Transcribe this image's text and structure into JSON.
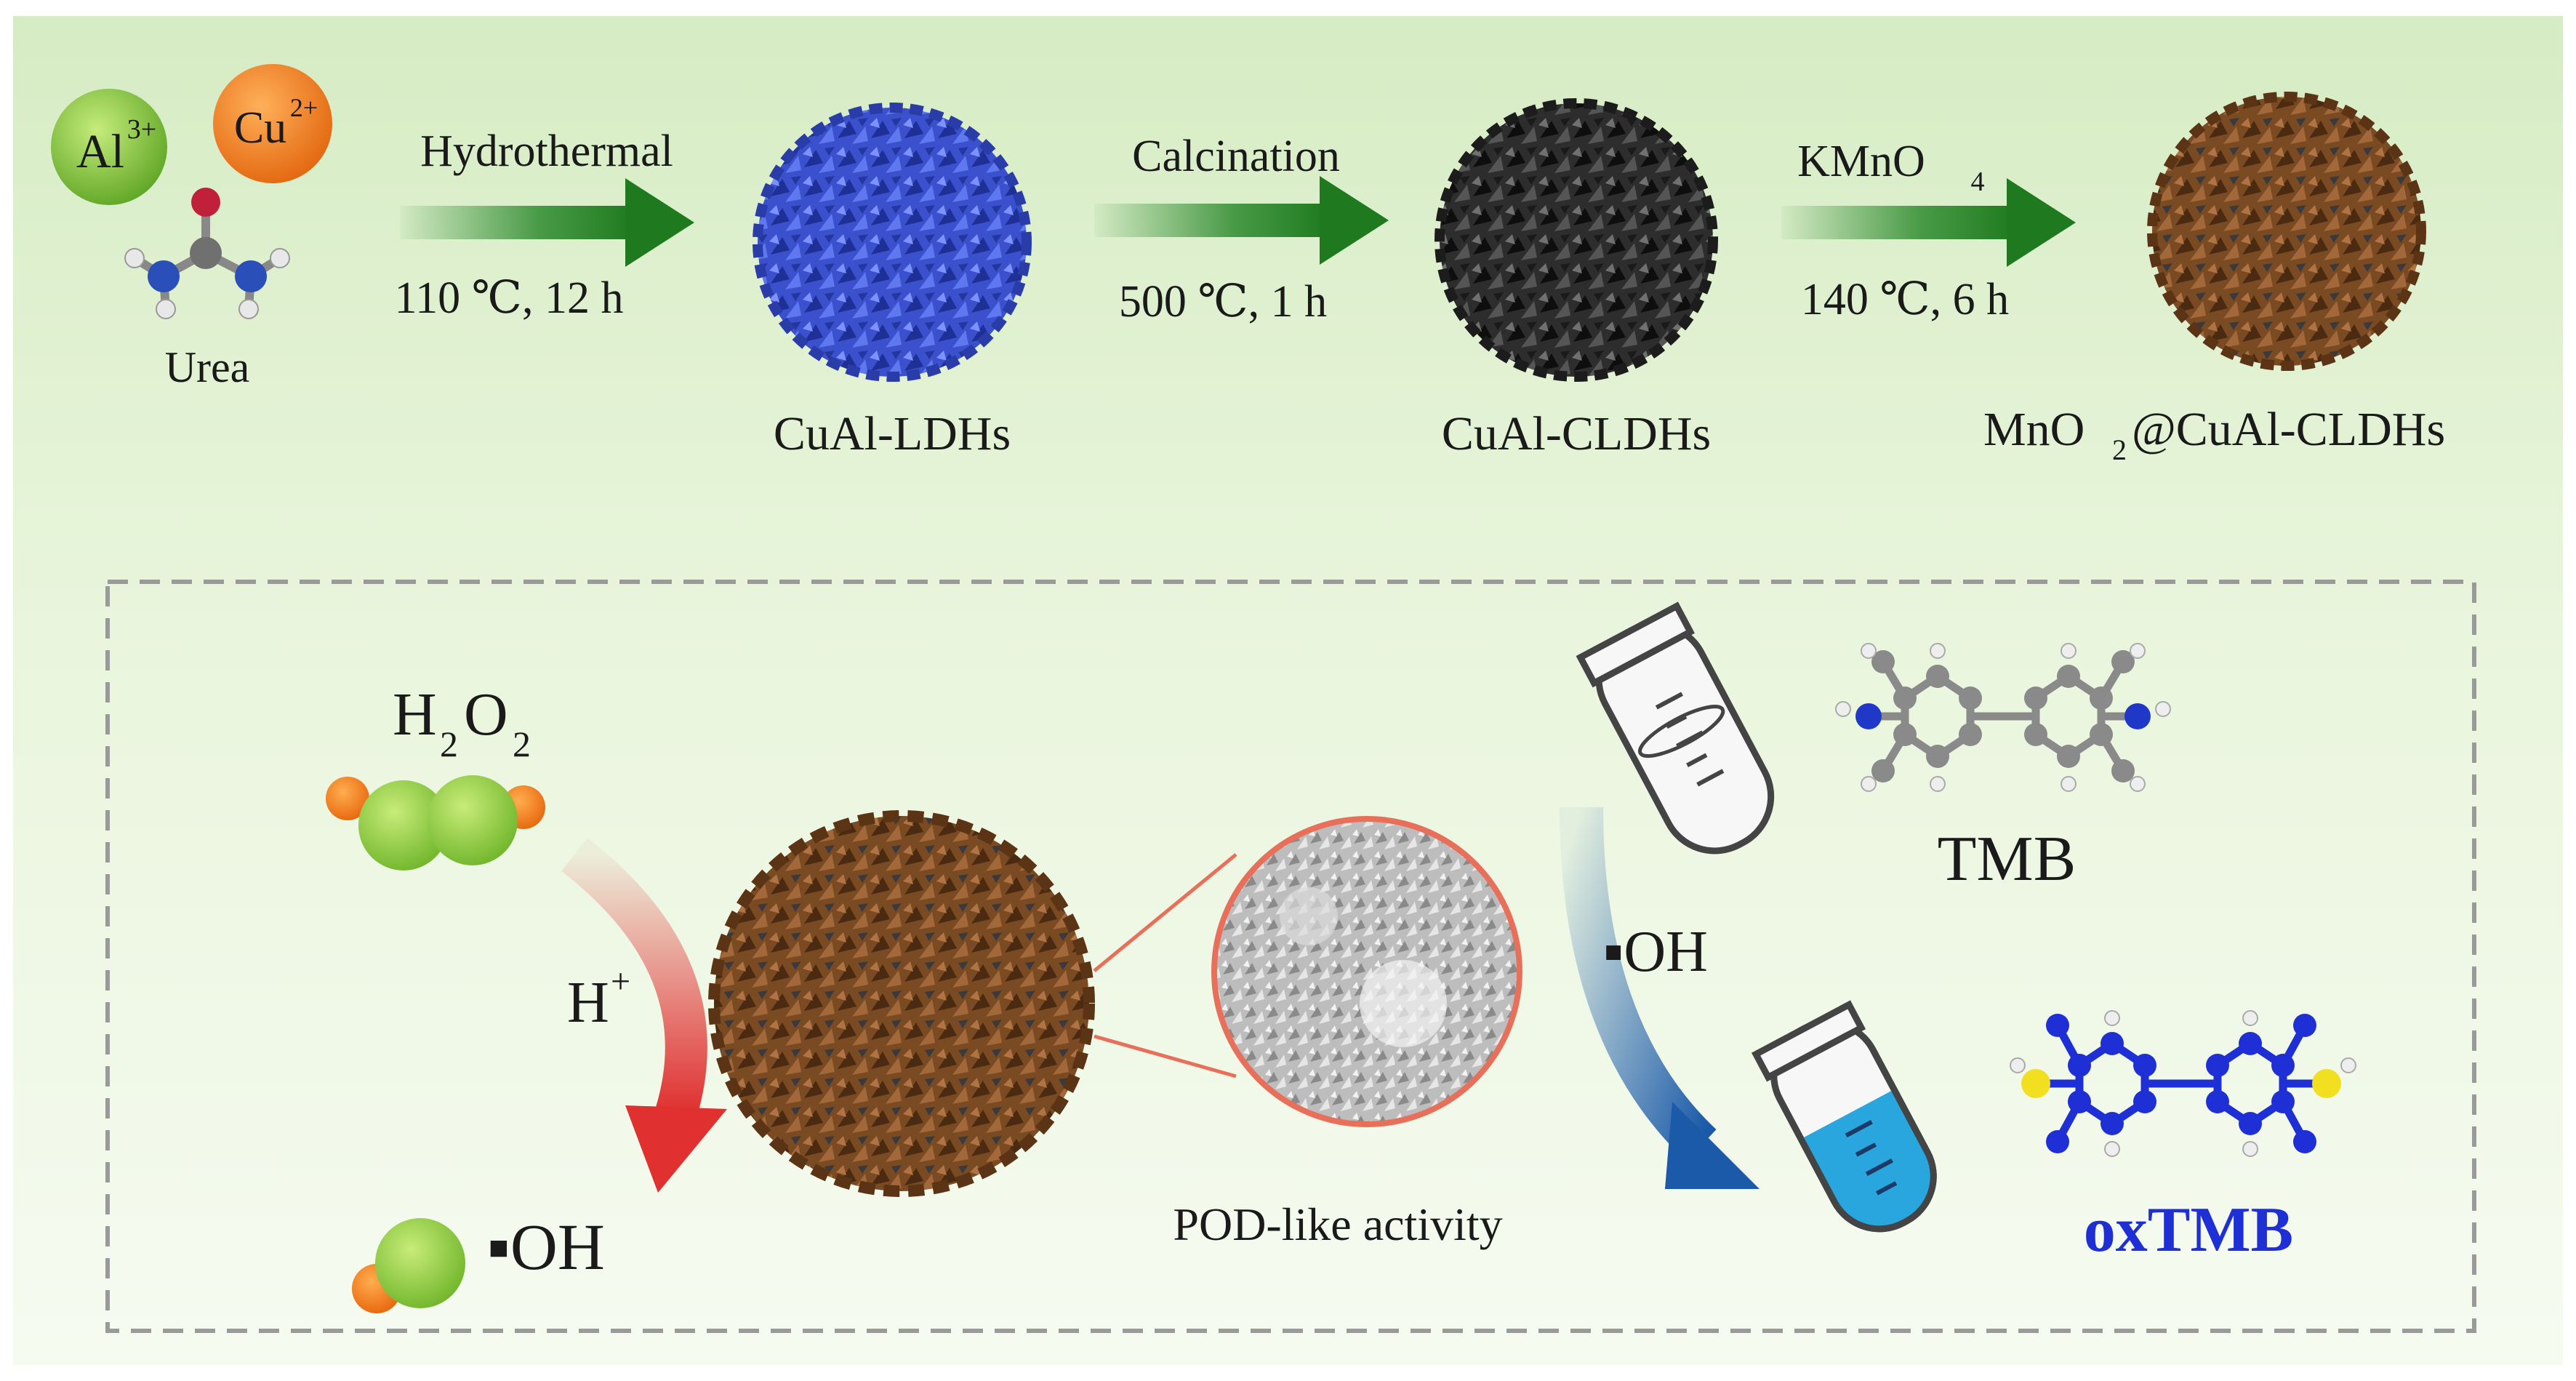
{
  "colors": {
    "arrow_green": "#2e8b2e",
    "ldh_blue": "#3448c4",
    "cldh_black": "#2a2a2a",
    "mno2_brown": "#7a4a22",
    "red_arrow": "#e03030",
    "blue_arrow": "#1f5fa8",
    "ox_blue": "#1f2fd6",
    "al_green": "#7ec234",
    "cu_orange": "#f07a1a"
  },
  "synthesis": {
    "ion_al": "Al",
    "ion_al_charge": "3+",
    "ion_cu": "Cu",
    "ion_cu_charge": "2+",
    "urea_label": "Urea",
    "step1_top": "Hydrothermal",
    "step1_bottom": "110 ℃, 12 h",
    "product1": "CuAl-LDHs",
    "step2_top": "Calcination",
    "step2_bottom": "500 ℃, 1 h",
    "product2": "CuAl-CLDHs",
    "step3_top_main": "KMnO",
    "step3_top_sub": "4",
    "step3_bottom": "140 ℃, 6 h",
    "product3_a": "MnO",
    "product3_sub": "2",
    "product3_b": "@CuAl-CLDHs"
  },
  "mechanism": {
    "h2o2_h1": "H",
    "h2o2_sub1": "2",
    "h2o2_o": "O",
    "h2o2_sub2": "2",
    "h_plus": "H",
    "h_plus_sup": "+",
    "oh_left": "▪OH",
    "pod_label": "POD-like  activity",
    "oh_right": "▪OH",
    "tmb_label": "TMB",
    "oxtmb_label": "oxTMB"
  },
  "icons": [
    "al-ion-sphere-icon",
    "cu-ion-sphere-icon",
    "urea-molecule-icon",
    "ldh-sphere-icon",
    "cldh-sphere-icon",
    "mno2-sphere-icon",
    "h2o2-molecule-icon",
    "oh-radical-icon",
    "sem-zoom-icon",
    "test-tube-empty-icon",
    "test-tube-blue-icon",
    "tmb-molecule-icon",
    "oxtmb-molecule-icon"
  ]
}
